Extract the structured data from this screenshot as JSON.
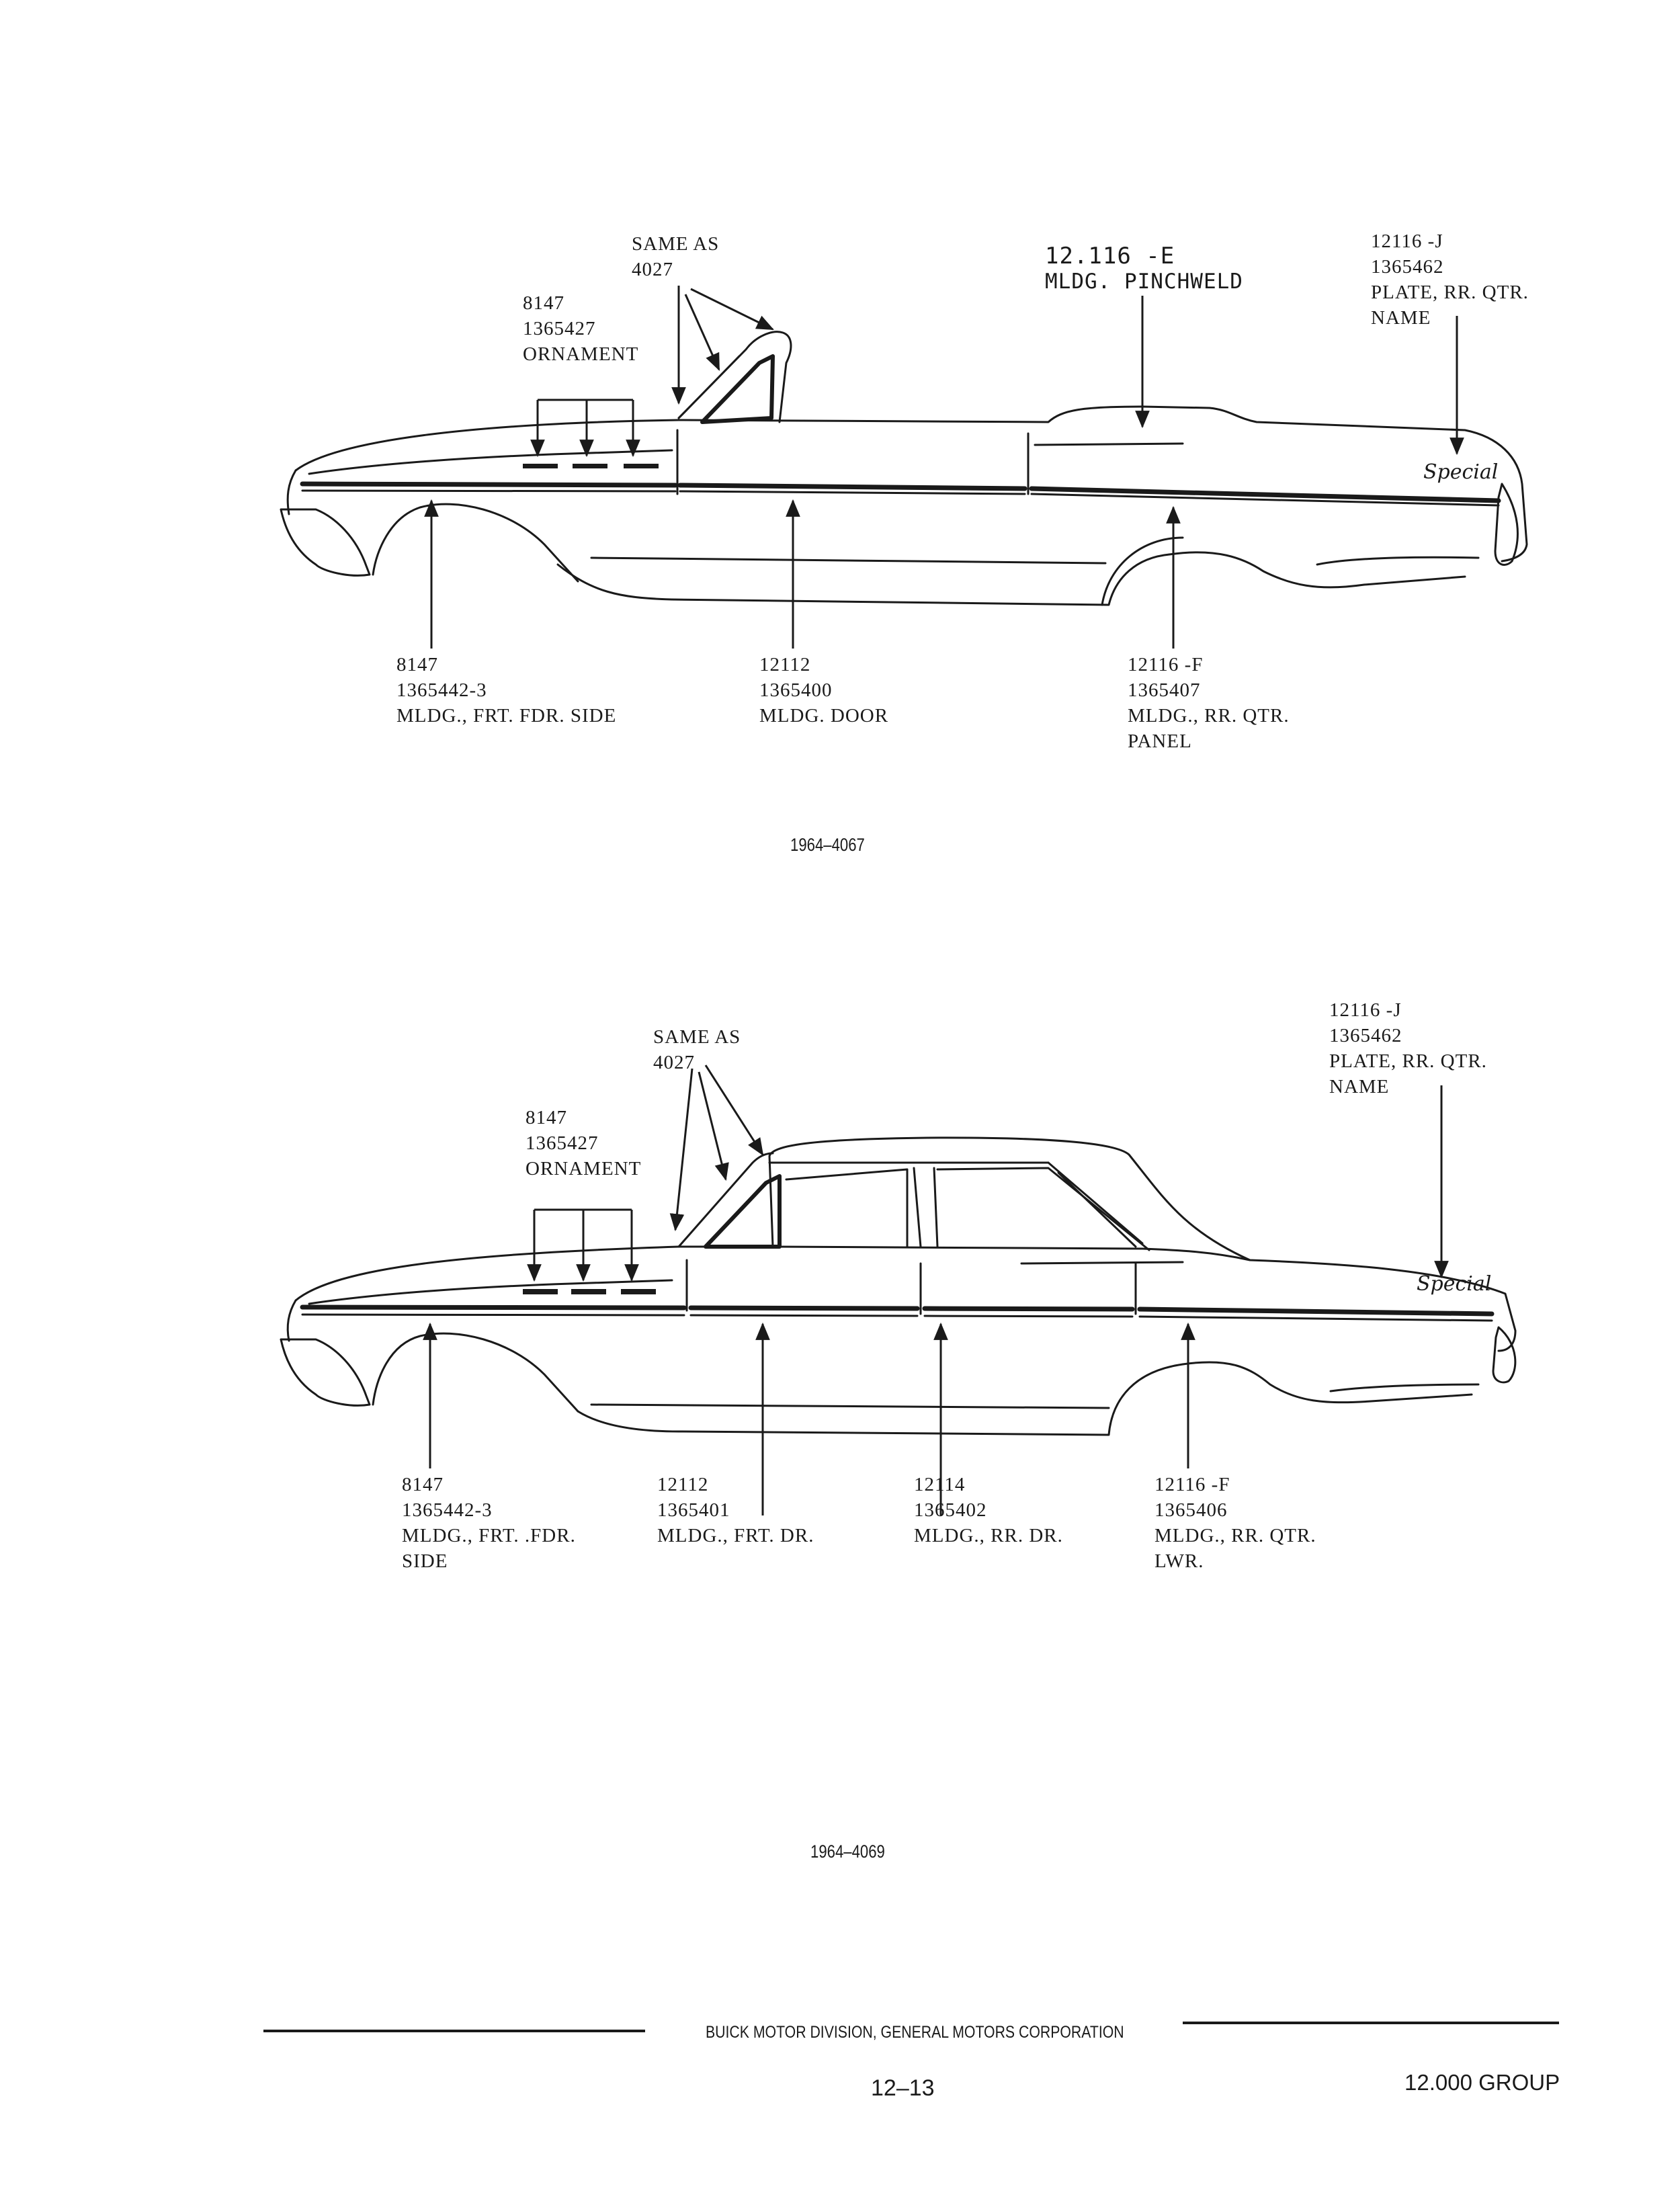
{
  "diagram_top": {
    "windshield_callout": [
      "SAME AS",
      "4027"
    ],
    "ornament_callout": [
      "8147",
      "1365427",
      "ORNAMENT"
    ],
    "pinchweld_callout": [
      "12.116 -E",
      "MLDG. PINCHWELD"
    ],
    "name_plate_callout": [
      "12116 -J",
      "1365462",
      "PLATE, RR. QTR.",
      "NAME"
    ],
    "front_fender_callout": [
      "8147",
      "1365442-3",
      "MLDG., FRT. FDR. SIDE"
    ],
    "door_callout": [
      "12112",
      "1365400",
      "MLDG. DOOR"
    ],
    "rear_quarter_callout": [
      "12116 -F",
      "1365407",
      "MLDG., RR. QTR.",
      "PANEL"
    ],
    "script_badge": "Special",
    "caption": "1964–4067"
  },
  "diagram_bottom": {
    "name_plate_callout": [
      "12116 -J",
      "1365462",
      "PLATE, RR. QTR.",
      "NAME"
    ],
    "windshield_callout": [
      "SAME AS",
      "4027"
    ],
    "ornament_callout": [
      "8147",
      "1365427",
      "ORNAMENT"
    ],
    "front_fender_callout": [
      "8147",
      "1365442-3",
      "MLDG., FRT. .FDR.",
      "SIDE"
    ],
    "front_door_callout": [
      "12112",
      "1365401",
      "MLDG., FRT. DR."
    ],
    "rear_door_callout": [
      "12114",
      "1365402",
      "MLDG., RR. DR."
    ],
    "rear_quarter_callout": [
      "12116 -F",
      "1365406",
      "MLDG., RR. QTR.",
      "LWR."
    ],
    "script_badge": "Special",
    "caption": "1964–4069"
  },
  "footer": {
    "division": "BUICK MOTOR DIVISION, GENERAL MOTORS CORPORATION",
    "page_number": "12–13",
    "group": "12.000 GROUP"
  },
  "colors": {
    "ink": "#1a1a1a",
    "paper": "#ffffff"
  }
}
